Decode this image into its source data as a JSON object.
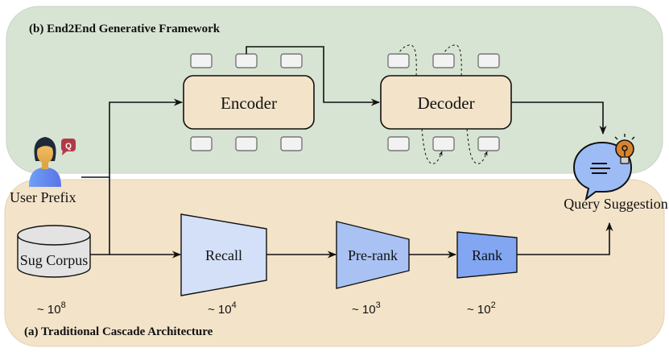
{
  "panels": {
    "top": {
      "title": "(b) End2End Generative Framework",
      "background": "#d8e4d3"
    },
    "bottom": {
      "title": "(a) Traditional Cascade Architecture",
      "background": "#f3e3c9"
    }
  },
  "end2end": {
    "encoder_label": "Encoder",
    "decoder_label": "Decoder",
    "block_fill": "#f3e3c9",
    "token_fill": "#f2f2f2"
  },
  "user": {
    "label": "User Prefix",
    "badge_letter": "Q",
    "badge_color": "#b23a48"
  },
  "corpus": {
    "label": "Sug Corpus",
    "count_base": "~ 10",
    "count_exp": "8"
  },
  "stages": [
    {
      "label": "Recall",
      "count_base": "~ 10",
      "count_exp": "4",
      "fill": "#d3e0f8"
    },
    {
      "label": "Pre-rank",
      "count_base": "~ 10",
      "count_exp": "3",
      "fill": "#a9c2f3"
    },
    {
      "label": "Rank",
      "count_base": "~ 10",
      "count_exp": "2",
      "fill": "#82a6f2"
    }
  ],
  "output": {
    "label": "Query Suggestion",
    "bubble_fill": "#9dbcf6",
    "bulb_fill": "#d9832e"
  }
}
